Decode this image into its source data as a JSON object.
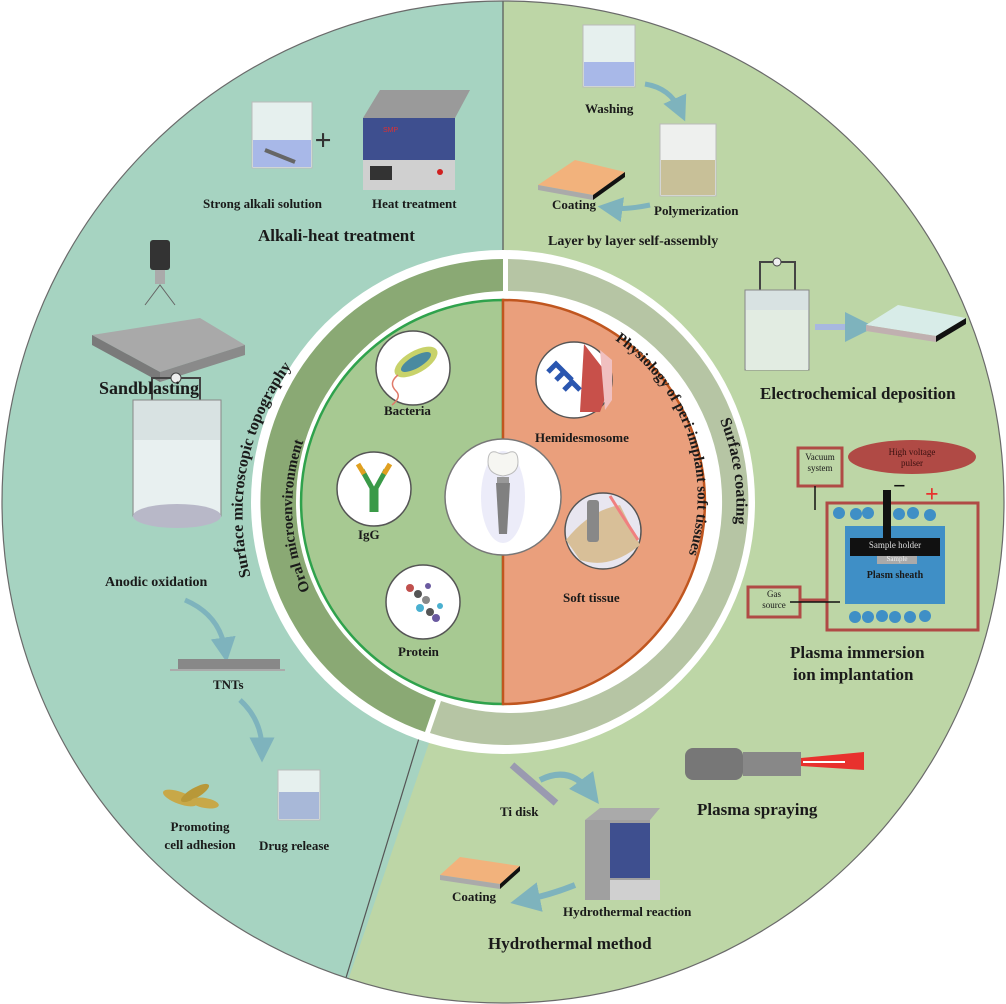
{
  "colors": {
    "teal_region": "#a6d3c1",
    "green_region": "#bdd6a6",
    "ring_left": "#8aa974",
    "ring_right": "#b6c5a4",
    "inner_left": "#a7c992",
    "inner_right": "#ea9f7c",
    "inner_left_border": "#2fa24c",
    "inner_right_border": "#c0561f",
    "arrow": "#7eb3bd",
    "oven_blue": "#3e4f8f",
    "plasma_red": "#b04a45",
    "plasma_blue": "#3f8fc6",
    "laser_red": "#e8312d"
  },
  "center": {
    "implant_icon": "dental-implant-icon",
    "inner_ring": {
      "left_title": "Oral microenvironment",
      "right_title": "Physiology of peri-implant soft tissues",
      "left_items": [
        {
          "label": "Bacteria",
          "icon": "bacteria-icon"
        },
        {
          "label": "IgG",
          "icon": "antibody-icon"
        },
        {
          "label": "Protein",
          "icon": "protein-molecule-icon"
        }
      ],
      "right_items": [
        {
          "label": "Hemidesmosome",
          "icon": "hemidesmosome-icon"
        },
        {
          "label": "Soft tissue",
          "icon": "soft-tissue-icon"
        }
      ]
    },
    "outer_ring": {
      "left_title": "Surface microscopic topography",
      "right_title": "Surface coating"
    }
  },
  "topography_methods": {
    "alkali_heat": {
      "title": "Alkali-heat treatment",
      "step1": "Strong alkali solution",
      "plus": "+",
      "step2": "Heat treatment",
      "oven_tag": "SMP"
    },
    "sandblasting": {
      "title": "Sandblasting"
    },
    "anodic": {
      "title": "Anodic oxidation",
      "product": "TNTs",
      "outcome1": "Promoting\ncell adhesion",
      "outcome2": "Drug release",
      "voltmeter": "V"
    }
  },
  "coating_methods": {
    "lbl": {
      "title": "Layer by layer self-assembly",
      "step1": "Washing",
      "step2": "Polymerization",
      "step3": "Coating"
    },
    "electrochemical": {
      "title": "Electrochemical deposition",
      "voltmeter": "V"
    },
    "piii": {
      "title_line1": "Plasma immersion",
      "title_line2": "ion implantation",
      "vacuum": "Vacuum\nsystem",
      "pulser": "High voltage\npulser",
      "holder": "Sample holder",
      "sample": "Sample",
      "sheath": "Plasm sheath",
      "gas": "Gas\nsource",
      "minus": "−",
      "plus": "+"
    },
    "plasma_spraying": {
      "title": "Plasma spraying"
    },
    "hydrothermal": {
      "title": "Hydrothermal method",
      "step1": "Ti disk",
      "step2": "Hydrothermal reaction",
      "step3": "Coating"
    }
  }
}
